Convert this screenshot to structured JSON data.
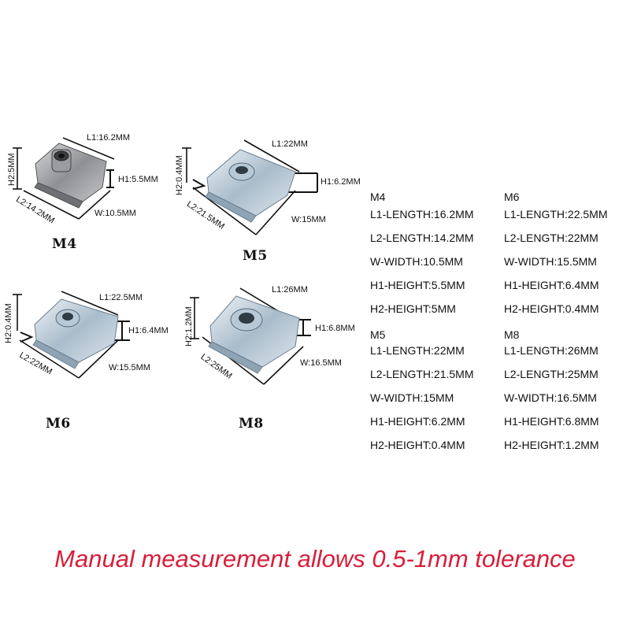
{
  "colors": {
    "accent": "#d81e3a",
    "text": "#111111",
    "zinc": "#c9d7e3",
    "steel": "#a7a9ab"
  },
  "parts": [
    {
      "model": "M4",
      "L1": "L1:16.2MM",
      "H2": "H2:5MM",
      "H1": "H1:5.5MM",
      "L2": "L2:14.2MM",
      "W": "W:10.5MM"
    },
    {
      "model": "M5",
      "L1": "L1:22MM",
      "H2": "H2:0.4MM",
      "H1": "H1:6.2MM",
      "L2": "L2:21.5MM",
      "W": "W:15MM"
    },
    {
      "model": "M6",
      "L1": "L1:22.5MM",
      "H2": "H2:0.4MM",
      "H1": "H1:6.4MM",
      "L2": "L2:22MM",
      "W": "W:15.5MM"
    },
    {
      "model": "M8",
      "L1": "L1:26MM",
      "H2": "H2:1.2MM",
      "H1": "H1:6.8MM",
      "L2": "L2:25MM",
      "W": "W:16.5MM"
    }
  ],
  "specs": [
    {
      "model": "M4",
      "lines": [
        "L1-LENGTH:16.2MM",
        "L2-LENGTH:14.2MM",
        "W-WIDTH:10.5MM",
        "H1-HEIGHT:5.5MM",
        "H2-HEIGHT:5MM"
      ]
    },
    {
      "model": "M6",
      "lines": [
        "L1-LENGTH:22.5MM",
        "L2-LENGTH:22MM",
        "W-WIDTH:15.5MM",
        "H1-HEIGHT:6.4MM",
        "H2-HEIGHT:0.4MM"
      ]
    },
    {
      "model": "M5",
      "lines": [
        "L1-LENGTH:22MM",
        "L2-LENGTH:21.5MM",
        "W-WIDTH:15MM",
        "H1-HEIGHT:6.2MM",
        "H2-HEIGHT:0.4MM"
      ]
    },
    {
      "model": "M8",
      "lines": [
        "L1-LENGTH:26MM",
        "L2-LENGTH:25MM",
        "W-WIDTH:16.5MM",
        "H1-HEIGHT:6.8MM",
        "H2-HEIGHT:1.2MM"
      ]
    }
  ],
  "footer": {
    "note": "Manual measurement allows 0.5-1mm tolerance"
  }
}
